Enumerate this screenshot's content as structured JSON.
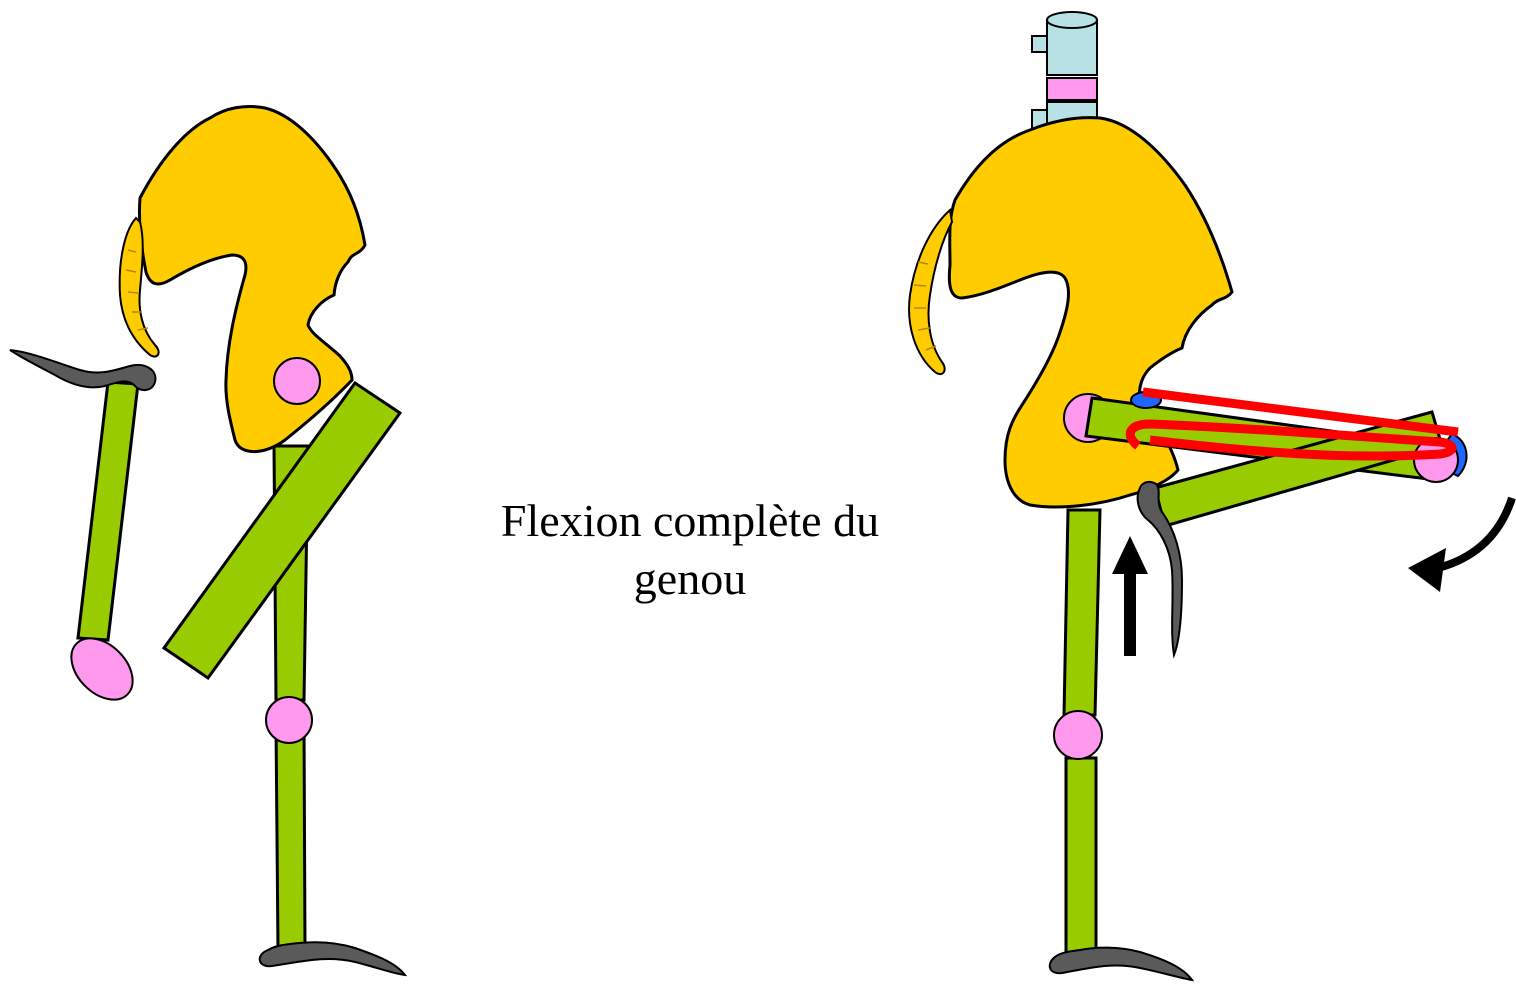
{
  "caption": {
    "line1": "Flexion complète du",
    "line2": "genou"
  },
  "colors": {
    "bone": "#99CC00",
    "pelvis": "#FFCC00",
    "joint": "#FF99EE",
    "foot": "#5A5A5A",
    "muscle": "#FF0000",
    "attachment": "#1E66FF",
    "spine": "#B7E1E4",
    "arrow": "#000000"
  },
  "figures": [
    {
      "label": "left-figure",
      "state": "rest"
    },
    {
      "label": "right-figure",
      "state": "full-knee-flexion"
    }
  ]
}
